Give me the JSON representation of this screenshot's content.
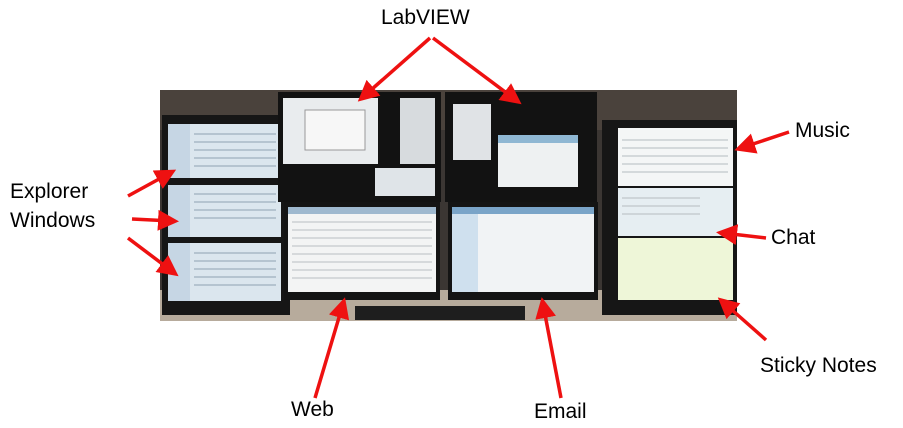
{
  "labels": {
    "labview": "LabVIEW",
    "explorer_line1": "Explorer",
    "explorer_line2": "Windows",
    "music": "Music",
    "chat": "Chat",
    "sticky_notes": "Sticky Notes",
    "web": "Web",
    "email": "Email"
  },
  "colors": {
    "arrow": "#ee1111",
    "screen_blue": "#cfe0ee",
    "screen_white": "#f4f6f6",
    "sticky": "#eef6d8",
    "bezel": "#161616",
    "wall": "#3b3633"
  }
}
